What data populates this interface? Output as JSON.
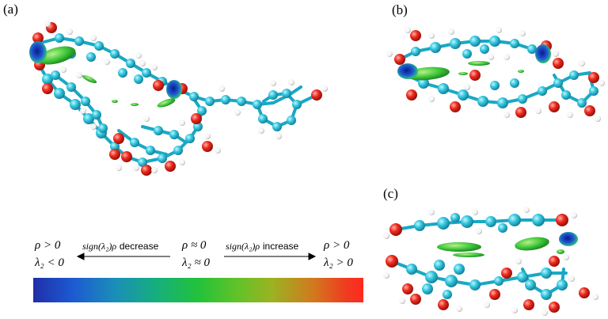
{
  "panels": [
    {
      "label": "(a)"
    },
    {
      "label": "(b)"
    },
    {
      "label": "(c)"
    }
  ],
  "legend": {
    "left_top": "ρ > 0",
    "left_bottom": "λ₂ < 0",
    "center_top": "ρ ≈ 0",
    "center_bottom": "λ₂ ≈ 0",
    "right_top": "ρ > 0",
    "right_bottom": "λ₂ > 0",
    "decrease_prefix": "sign(λ₂)ρ",
    "decrease_word": "decrease",
    "increase_prefix": "sign(λ₂)ρ",
    "increase_word": "increase"
  },
  "colors": {
    "carbon": "#2ec4dc",
    "oxygen": "#e8231a",
    "hydrogen": "#ffffff",
    "surface_green": "#3cc63a",
    "surface_blue": "#1a3cb4"
  }
}
